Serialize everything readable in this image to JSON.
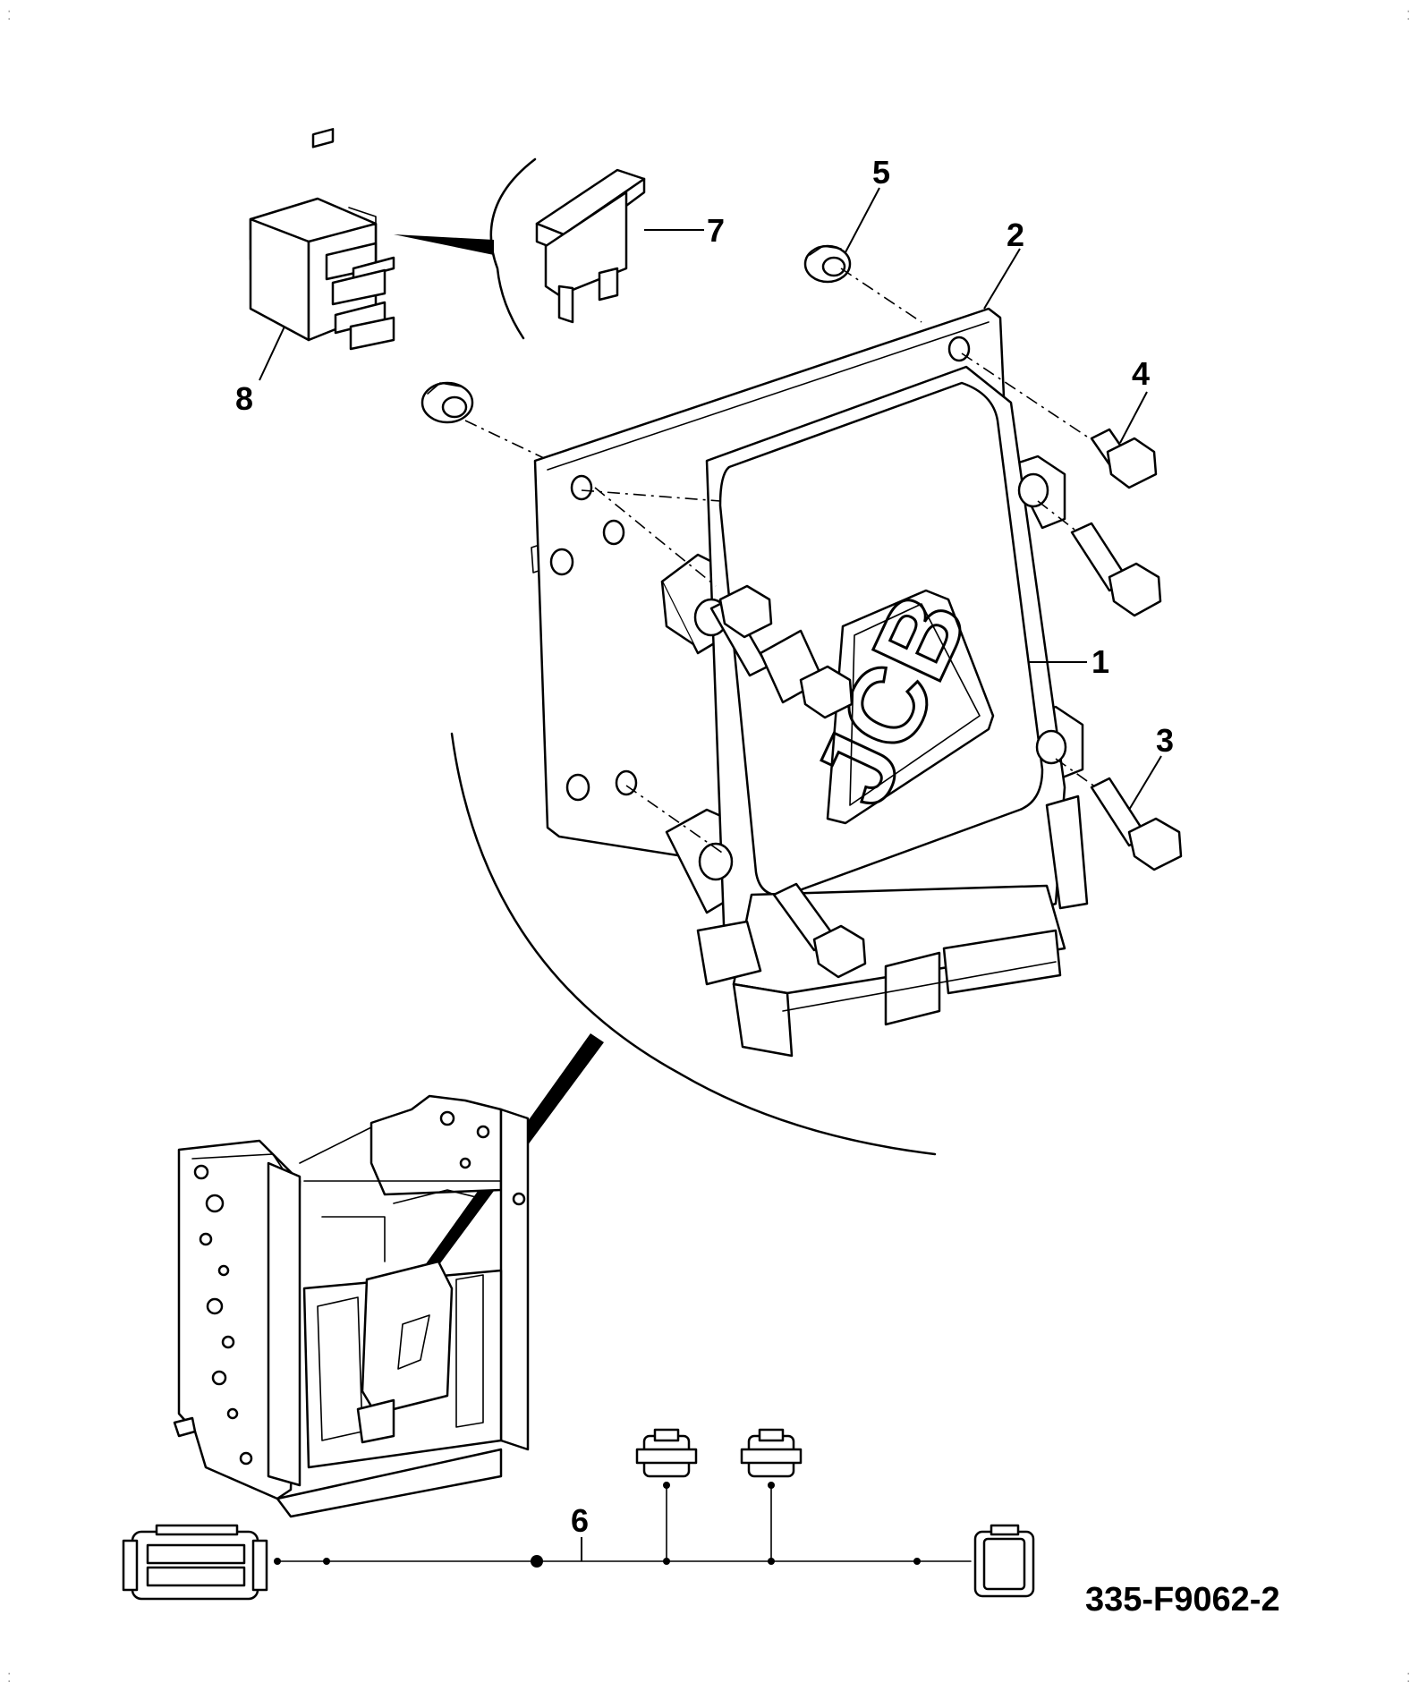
{
  "diagram": {
    "callouts": {
      "ecu": "1",
      "mounting_plate": "2",
      "ecu_bolt": "3",
      "plate_bolt": "4",
      "nut": "5",
      "harness": "6",
      "fuse": "7",
      "relay": "8"
    },
    "figure_id": "335-F9062-2",
    "ecu_logo_text": "JCB"
  }
}
